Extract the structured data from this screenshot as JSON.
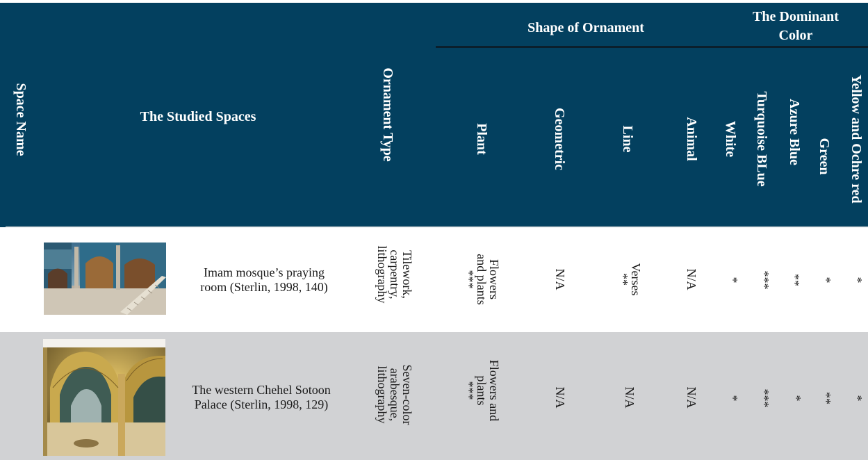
{
  "header": {
    "space_name": "Space Name",
    "studied_spaces": "The Studied Spaces",
    "ornament_type": "Ornament Type",
    "shape_of_ornament": "Shape of Ornament",
    "dominant_color": [
      "The Dominant",
      "Color"
    ],
    "shape_columns": [
      "Plant",
      "Geometric",
      "Line",
      "Animal"
    ],
    "color_columns": [
      "White",
      "Turquoise BLue",
      "Azure Blue",
      "Green",
      "Yellow and Ochre red"
    ]
  },
  "rows": [
    {
      "space": [
        "Imam mosque’s praying",
        "room (Sterlin, 1998, 140)"
      ],
      "ornament_type": [
        "Tilework,",
        "carpentry,",
        "lithography"
      ],
      "plant": [
        "Flowers",
        "and plants",
        "***"
      ],
      "geometric": [
        "N/A"
      ],
      "line": [
        "Verses",
        "**"
      ],
      "animal": [
        "N/A"
      ],
      "white": [
        "*"
      ],
      "turquoise": [
        "***"
      ],
      "azure": [
        "**"
      ],
      "green": [
        "*"
      ],
      "yellow_ochre": [
        "*"
      ]
    },
    {
      "space": [
        "The western Chehel Sotoon",
        "Palace (Sterlin, 1998, 129)"
      ],
      "ornament_type": [
        "Seven-color",
        "arabesque,",
        "lithography"
      ],
      "plant": [
        "Flowers and",
        "plants",
        "***"
      ],
      "geometric": [
        "N/A"
      ],
      "line": [
        "N/A"
      ],
      "animal": [
        "N/A"
      ],
      "white": [
        "*"
      ],
      "turquoise": [
        "***"
      ],
      "azure": [
        "*"
      ],
      "green": [
        "**"
      ],
      "yellow_ochre": [
        "*"
      ]
    }
  ]
}
